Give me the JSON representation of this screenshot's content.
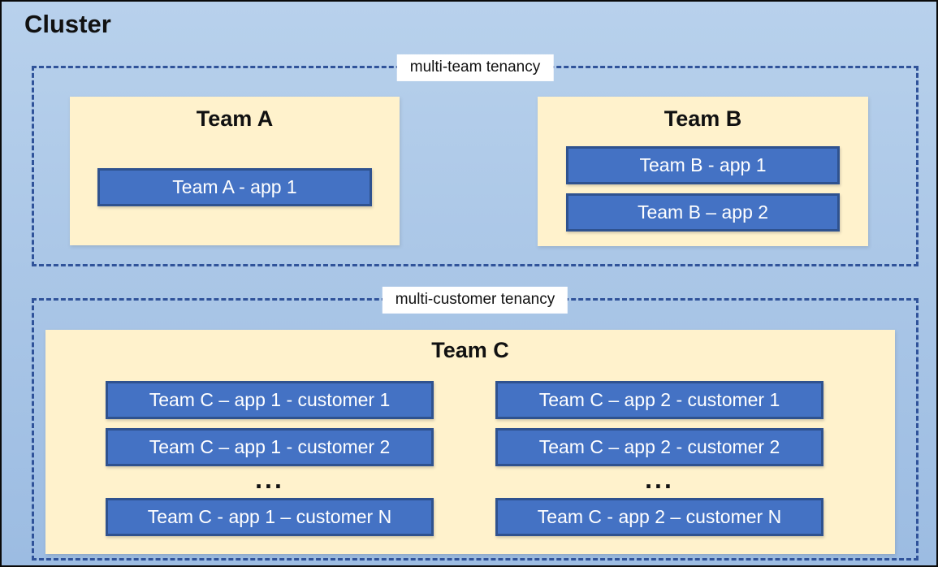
{
  "title": "Cluster",
  "multi_team": {
    "label": "multi-team tenancy",
    "team_a": {
      "name": "Team A",
      "app1": "Team A - app 1"
    },
    "team_b": {
      "name": "Team B",
      "app1": "Team B - app 1",
      "app2": "Team B – app 2"
    }
  },
  "multi_customer": {
    "label": "multi-customer tenancy",
    "team_c": {
      "name": "Team C",
      "col1": {
        "row1": "Team C – app 1 - customer 1",
        "row2": "Team C – app 1 - customer 2",
        "ellipsis": "...",
        "rowN": "Team C - app 1 – customer N"
      },
      "col2": {
        "row1": "Team C – app 2 - customer 1",
        "row2": "Team C – app 2 - customer 2",
        "ellipsis": "...",
        "rowN": "Team C - app 2 – customer N"
      }
    }
  },
  "colors": {
    "canvas_gradient_top": "#B8D1EC",
    "canvas_gradient_bottom": "#9CBCE2",
    "panel_fill": "#FFF2CC",
    "chip_fill": "#4472C4",
    "chip_border": "#2F528F",
    "dashed_border": "#30539A",
    "label_background": "#FFFFFF",
    "text_dark": "#111111",
    "text_light": "#FFFFFF"
  }
}
